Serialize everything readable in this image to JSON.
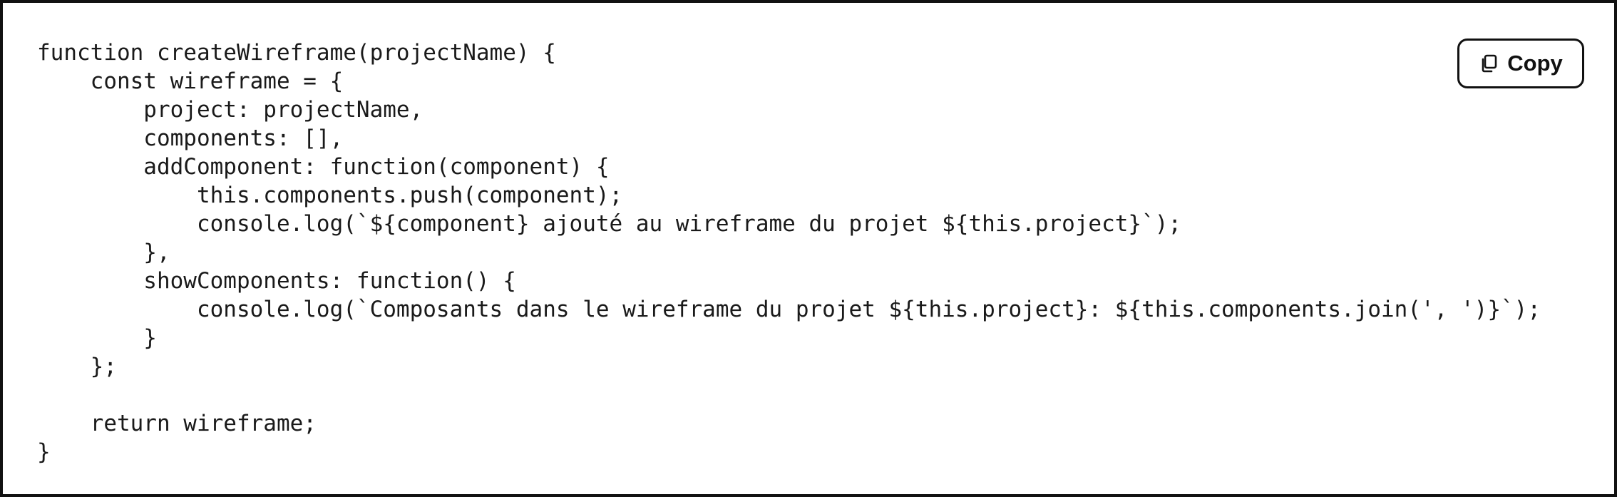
{
  "code": {
    "language": "javascript",
    "lines": [
      "function createWireframe(projectName) {",
      "    const wireframe = {",
      "        project: projectName,",
      "        components: [],",
      "        addComponent: function(component) {",
      "            this.components.push(component);",
      "            console.log(`${component} ajouté au wireframe du projet ${this.project}`);",
      "        },",
      "        showComponents: function() {",
      "            console.log(`Composants dans le wireframe du projet ${this.project}: ${this.components.join(', ')}`);",
      "        }",
      "    };",
      "",
      "    return wireframe;",
      "}"
    ]
  },
  "copy_button": {
    "label": "Copy",
    "icon": "copy-icon"
  },
  "colors": {
    "border": "#111111",
    "text": "#1a1a1a",
    "background": "#ffffff"
  }
}
